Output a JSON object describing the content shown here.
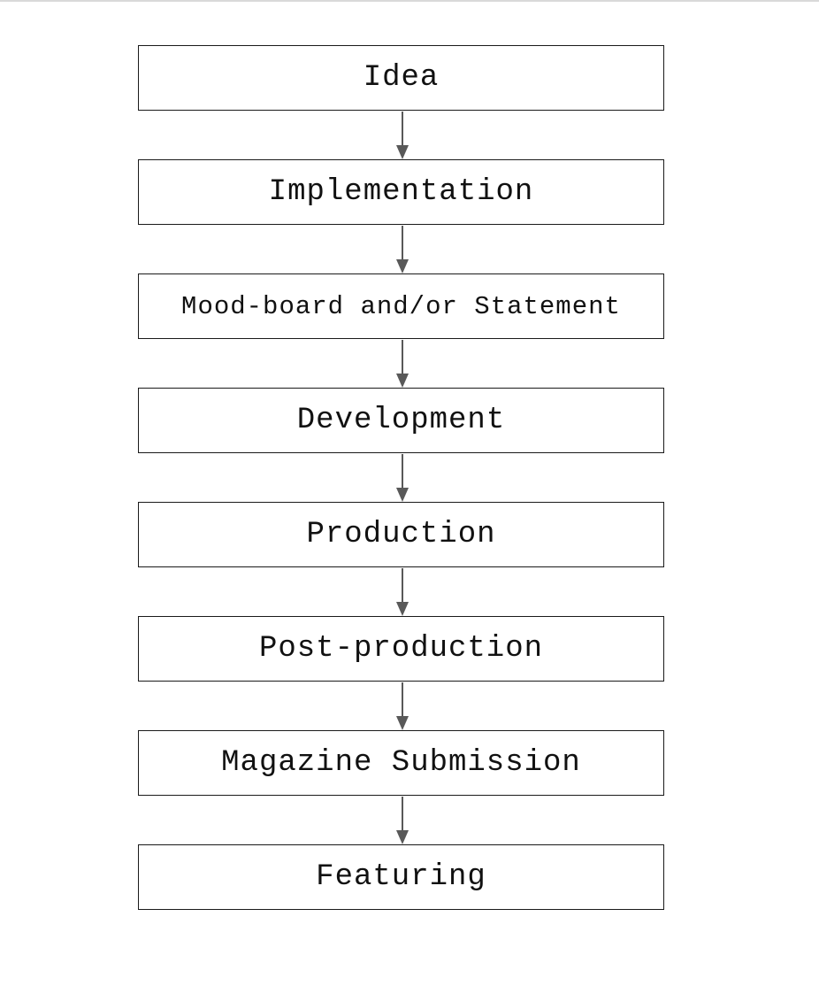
{
  "diagram": {
    "type": "vertical-flowchart",
    "colors": {
      "box_border": "#1a1a1a",
      "text": "#111111",
      "arrow": "#595959",
      "background": "#ffffff"
    },
    "steps": [
      {
        "label": "Idea"
      },
      {
        "label": "Implementation"
      },
      {
        "label": "Mood-board and/or Statement"
      },
      {
        "label": "Development"
      },
      {
        "label": "Production"
      },
      {
        "label": "Post-production"
      },
      {
        "label": "Magazine Submission"
      },
      {
        "label": "Featuring"
      }
    ],
    "connectors": [
      {
        "from": 0,
        "to": 1
      },
      {
        "from": 1,
        "to": 2
      },
      {
        "from": 2,
        "to": 3
      },
      {
        "from": 3,
        "to": 4
      },
      {
        "from": 4,
        "to": 5
      },
      {
        "from": 5,
        "to": 6
      },
      {
        "from": 6,
        "to": 7
      }
    ]
  }
}
